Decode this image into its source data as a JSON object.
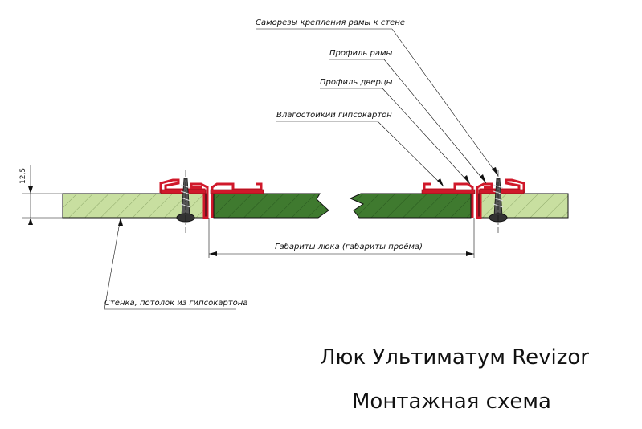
{
  "labels": {
    "screws": "Саморезы крепления рамы к стене",
    "frame_profile": "Профиль рамы",
    "door_profile": "Профиль дверцы",
    "drywall_moisture": "Влагостойкий гипсокартон",
    "hatch_size": "Габариты люка (габариты проёма)",
    "wall_ceiling": "Стенка, потолок из гипсокартона",
    "thickness": "12,5"
  },
  "title": {
    "line1": "Люк Ультиматум Revizor",
    "line2": "Монтажная схема"
  },
  "colors": {
    "wall_fill": "#c8dfa0",
    "door_fill": "#3f7a2f",
    "profile": "#d0182a",
    "line": "#111111"
  }
}
